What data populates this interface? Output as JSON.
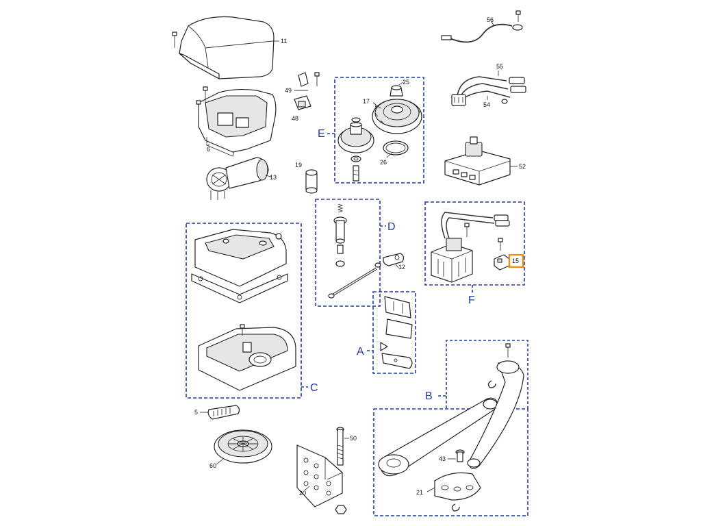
{
  "diagram": {
    "part_numbers": {
      "p11": "11",
      "p6": "6",
      "p13": "13",
      "p19": "19",
      "p49": "49",
      "p48": "48",
      "p17": "17",
      "p25": "25",
      "p26": "26",
      "p56": "56",
      "p55": "55",
      "p54": "54",
      "p52": "52",
      "p12": "12",
      "p15": "15",
      "p5": "5",
      "p60": "60",
      "p50": "50",
      "p20": "20",
      "p43": "43",
      "p21": "21"
    },
    "groups": {
      "A": "A",
      "B": "B",
      "C": "C",
      "D": "D",
      "E": "E",
      "F": "F"
    },
    "highlighted_part": "15",
    "colors": {
      "group_outline": "#1f3aa6",
      "highlight": "#f08a00",
      "line_art": "#222222"
    }
  }
}
